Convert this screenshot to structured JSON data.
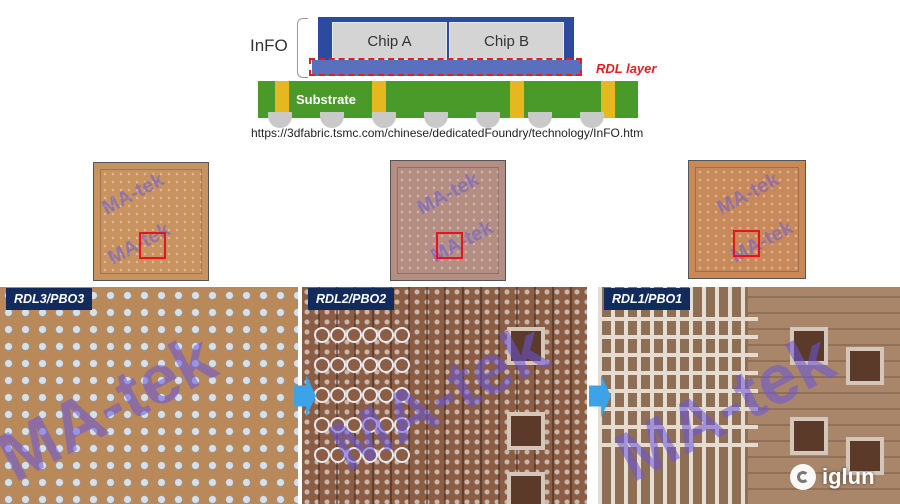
{
  "diagram": {
    "info_label": "InFO",
    "chip_a": "Chip A",
    "chip_b": "Chip B",
    "rdl_label": "RDL layer",
    "substrate_label": "Substrate",
    "source_url": "https://3dfabric.tsmc.com/chinese/dedicatedFoundry/technology/InFO.htm"
  },
  "watermark": "MA-tek",
  "panels": [
    {
      "label": "RDL3/PBO3"
    },
    {
      "label": "RDL2/PBO2"
    },
    {
      "label": "RDL1/PBO1"
    }
  ],
  "brand": {
    "name": "iglun"
  },
  "colors": {
    "package_blue": "#2b4aa0",
    "substrate_green": "#4a9a2a",
    "via_yellow": "#e5b820",
    "rdl_red": "#e02020",
    "tag_navy": "#122a5c",
    "arrow_blue": "#3da3e8",
    "watermark_purple": "#6955dc"
  }
}
